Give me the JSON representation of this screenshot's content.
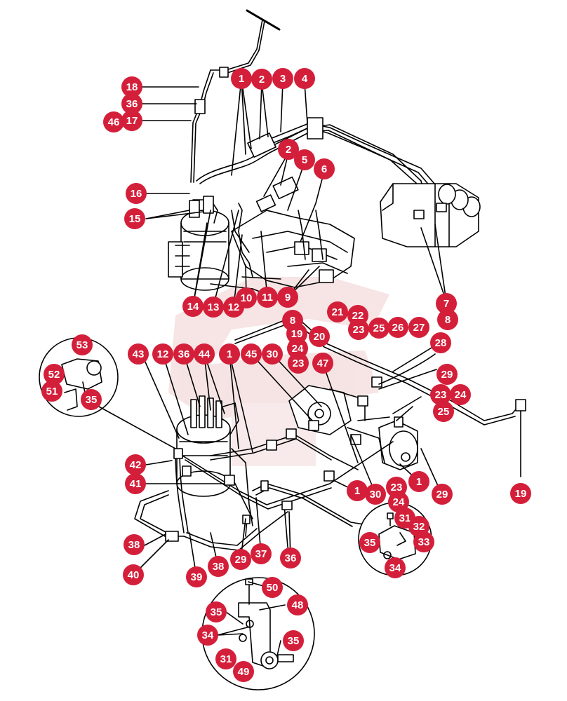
{
  "diagram": {
    "marker_color": "#d41f3a",
    "line_color": "#000000",
    "watermark_color": "#e8b3b3",
    "callouts": [
      {
        "label": "1"
      },
      {
        "label": "2"
      },
      {
        "label": "3"
      },
      {
        "label": "4"
      },
      {
        "label": "18"
      },
      {
        "label": "36"
      },
      {
        "label": "46"
      },
      {
        "label": "17"
      },
      {
        "label": "2"
      },
      {
        "label": "5"
      },
      {
        "label": "6"
      },
      {
        "label": "16"
      },
      {
        "label": "15"
      },
      {
        "label": "14"
      },
      {
        "label": "13"
      },
      {
        "label": "12"
      },
      {
        "label": "10"
      },
      {
        "label": "11"
      },
      {
        "label": "9"
      },
      {
        "label": "7"
      },
      {
        "label": "8"
      },
      {
        "label": "21"
      },
      {
        "label": "22"
      },
      {
        "label": "23"
      },
      {
        "label": "25"
      },
      {
        "label": "26"
      },
      {
        "label": "27"
      },
      {
        "label": "8"
      },
      {
        "label": "19"
      },
      {
        "label": "20"
      },
      {
        "label": "24"
      },
      {
        "label": "28"
      },
      {
        "label": "53"
      },
      {
        "label": "43"
      },
      {
        "label": "12"
      },
      {
        "label": "36"
      },
      {
        "label": "44"
      },
      {
        "label": "1"
      },
      {
        "label": "45"
      },
      {
        "label": "30"
      },
      {
        "label": "23"
      },
      {
        "label": "47"
      },
      {
        "label": "29"
      },
      {
        "label": "23"
      },
      {
        "label": "24"
      },
      {
        "label": "25"
      },
      {
        "label": "52"
      },
      {
        "label": "51"
      },
      {
        "label": "35"
      },
      {
        "label": "42"
      },
      {
        "label": "41"
      },
      {
        "label": "1"
      },
      {
        "label": "30"
      },
      {
        "label": "23"
      },
      {
        "label": "1"
      },
      {
        "label": "29"
      },
      {
        "label": "19"
      },
      {
        "label": "24"
      },
      {
        "label": "31"
      },
      {
        "label": "32"
      },
      {
        "label": "33"
      },
      {
        "label": "35"
      },
      {
        "label": "34"
      },
      {
        "label": "38"
      },
      {
        "label": "40"
      },
      {
        "label": "39"
      },
      {
        "label": "38"
      },
      {
        "label": "29"
      },
      {
        "label": "37"
      },
      {
        "label": "36"
      },
      {
        "label": "50"
      },
      {
        "label": "48"
      },
      {
        "label": "35"
      },
      {
        "label": "34"
      },
      {
        "label": "31"
      },
      {
        "label": "35"
      },
      {
        "label": "49"
      }
    ]
  }
}
